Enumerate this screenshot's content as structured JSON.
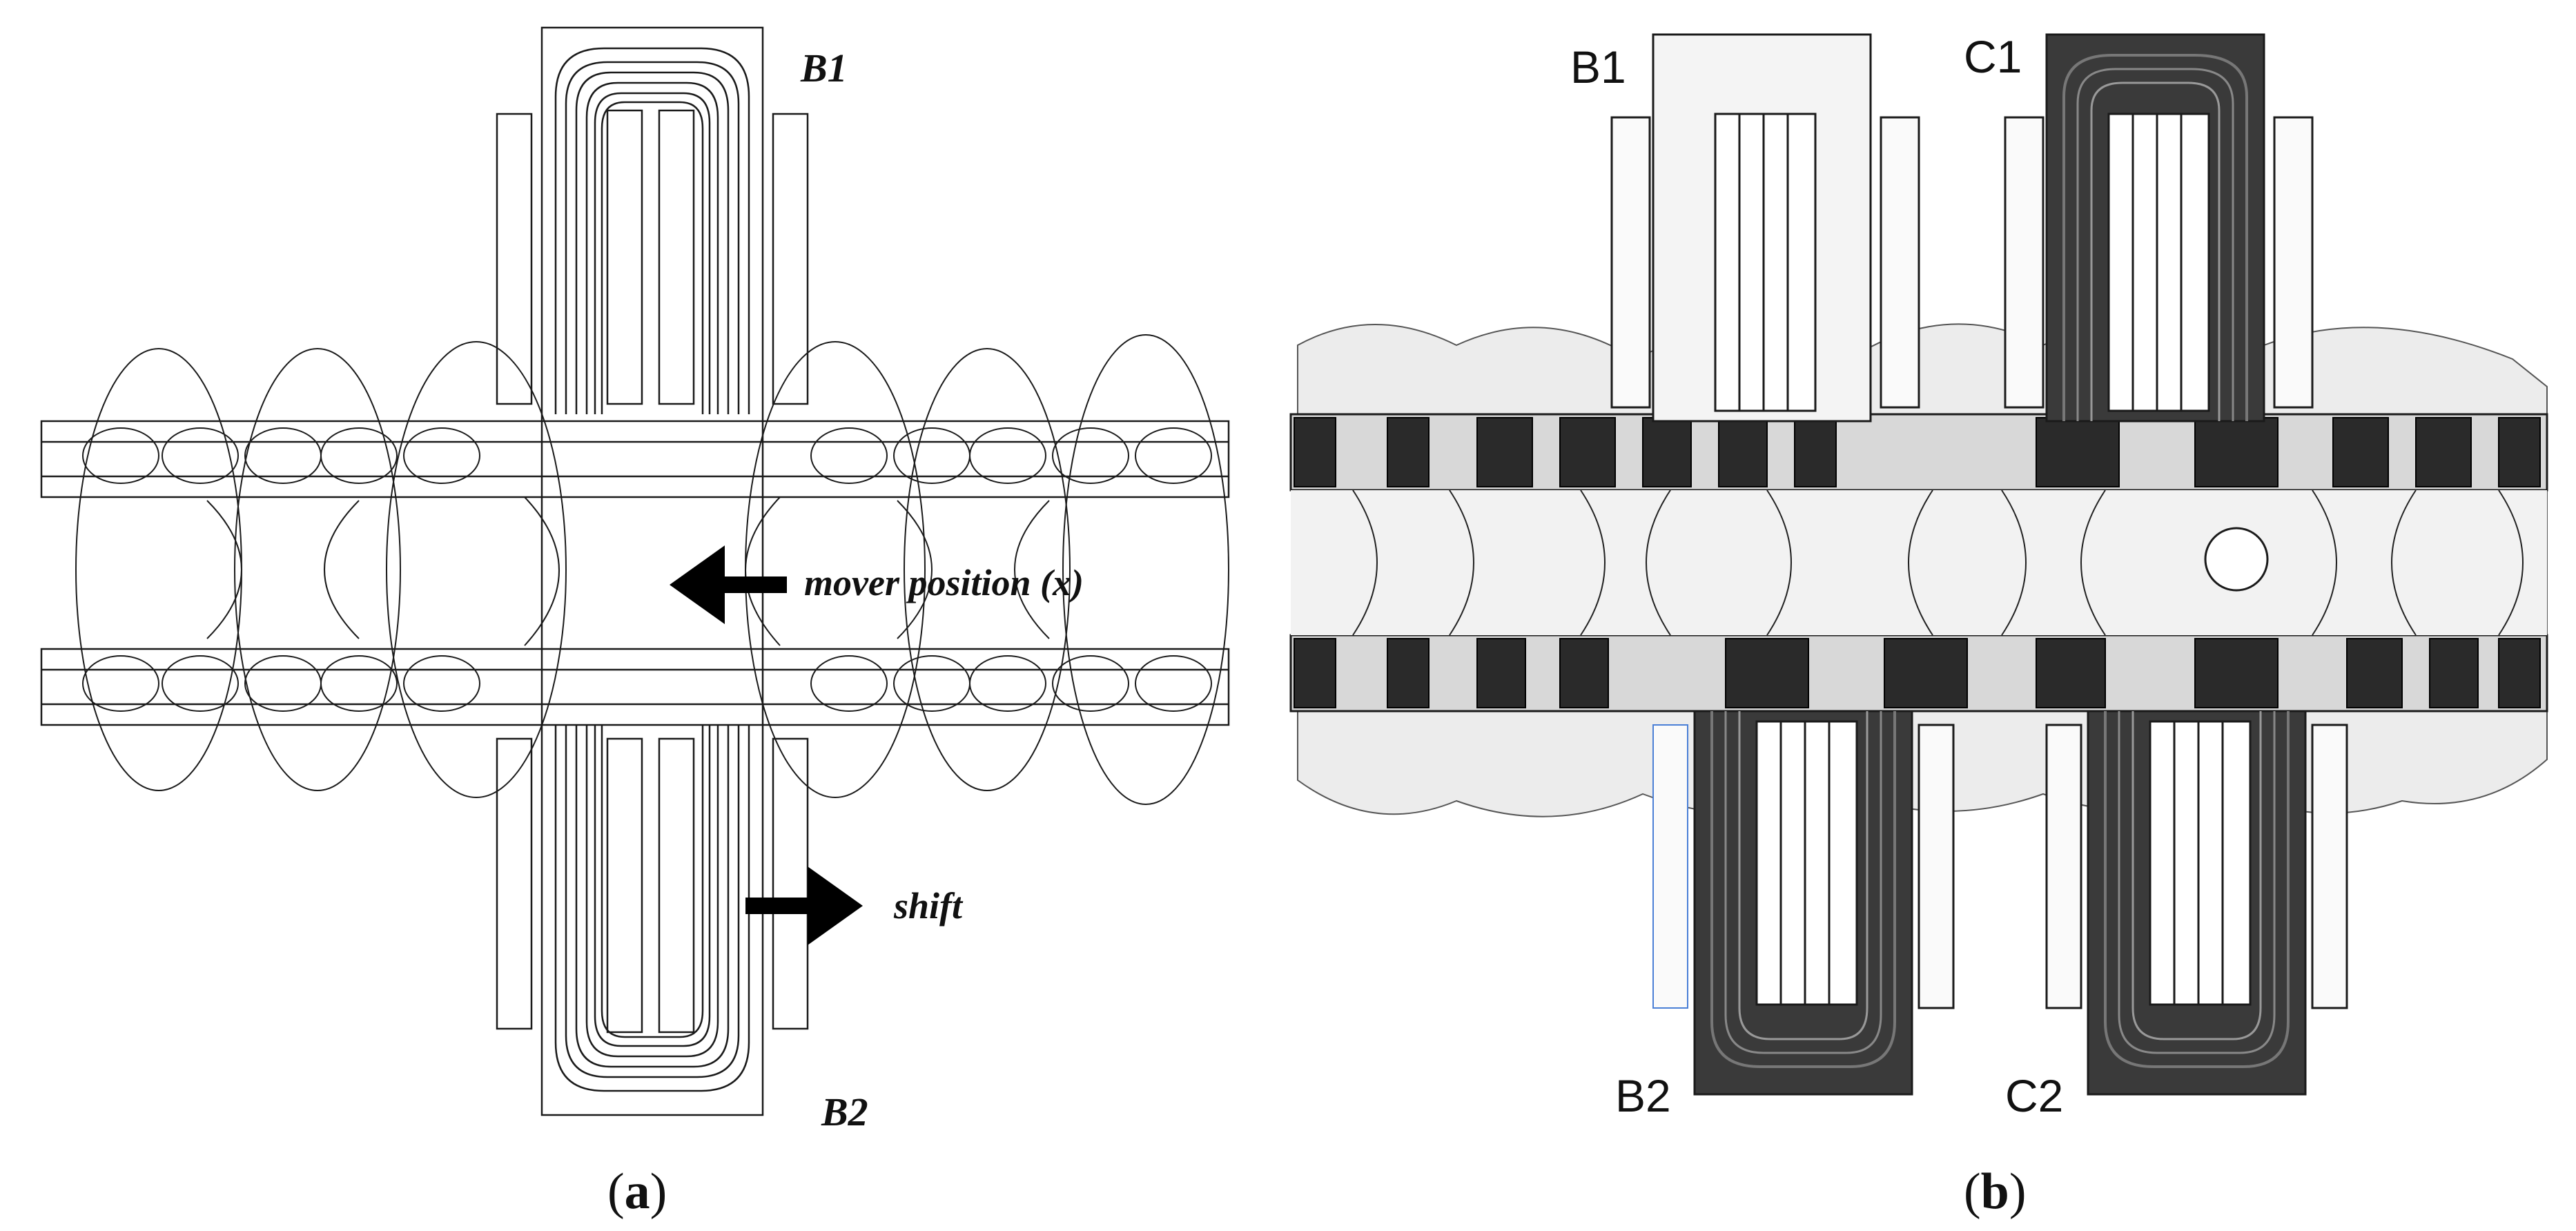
{
  "panel_a": {
    "label_top": "B1",
    "label_bottom": "B2",
    "arrow_mover": "mover position (x)",
    "arrow_shift": "shift",
    "caption_open": "(",
    "caption_letter": "a",
    "caption_close": ")"
  },
  "panel_b": {
    "label_b1": "B1",
    "label_c1": "C1",
    "label_b2": "B2",
    "label_c2": "C2",
    "caption_open": "(",
    "caption_letter": "b",
    "caption_close": ")"
  },
  "colors": {
    "line": "#1a1a1a",
    "flux_dark": "#1c1c1c",
    "flux_mid": "#bdbdbd",
    "flux_light": "#e9e9e9",
    "accent_blue": "#4a7fd6"
  }
}
